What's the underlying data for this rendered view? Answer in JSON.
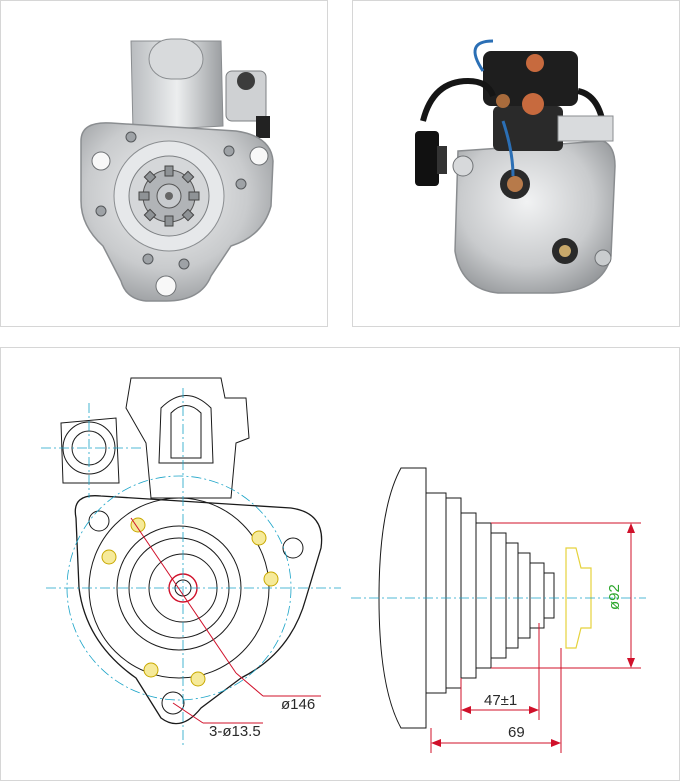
{
  "photos": {
    "front_alt": "Starter motor front view",
    "rear_alt": "Starter motor rear view with solenoid"
  },
  "drawing": {
    "dim_bolt_circle": "ø146",
    "dim_holes": "3-ø13.5",
    "dim_pilot": "ø92",
    "dim_flange_offset": "47±1",
    "dim_total_length": "69"
  },
  "colors": {
    "drawing_line": "#1a1a1a",
    "centerline": "#19a3c7",
    "dimension_red": "#d0102a",
    "dimension_green": "#2aa52a",
    "highlight_yellow": "#e5d23c"
  }
}
